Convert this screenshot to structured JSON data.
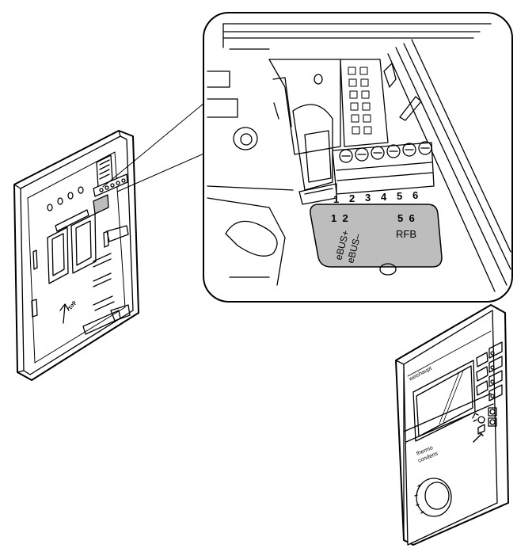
{
  "detail": {
    "terminal_numbers": [
      "1",
      "2",
      "3",
      "4",
      "5",
      "6"
    ],
    "label_card": {
      "numbers_left": "1  2",
      "numbers_right": "5  6",
      "ebus_plus": "eBUS+",
      "ebus_minus": "eBUS–",
      "rfb": "RFB"
    }
  },
  "base_plate": {
    "top_marker": "Top"
  },
  "front_unit": {
    "brand": "weishaupt",
    "model_line1": "thermo",
    "model_line2": "condens"
  },
  "colors": {
    "line": "#000000",
    "callout_fill": "#bdbdbd",
    "background": "#ffffff"
  }
}
